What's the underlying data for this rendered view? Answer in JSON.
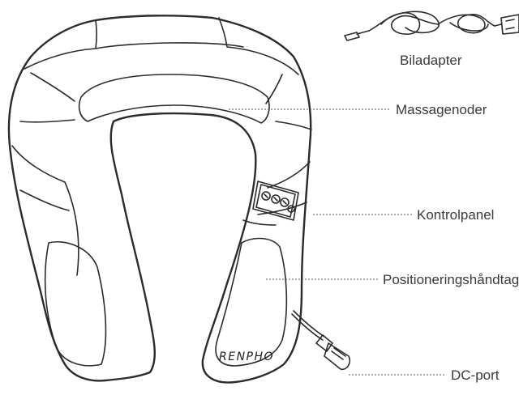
{
  "product": {
    "brand": "RENPHO"
  },
  "callouts": {
    "adapter": "Biladapter",
    "nodes": "Massagenoder",
    "panel": "Kontrolpanel",
    "handle": "Positioneringshåndtag",
    "port": "DC-port"
  }
}
